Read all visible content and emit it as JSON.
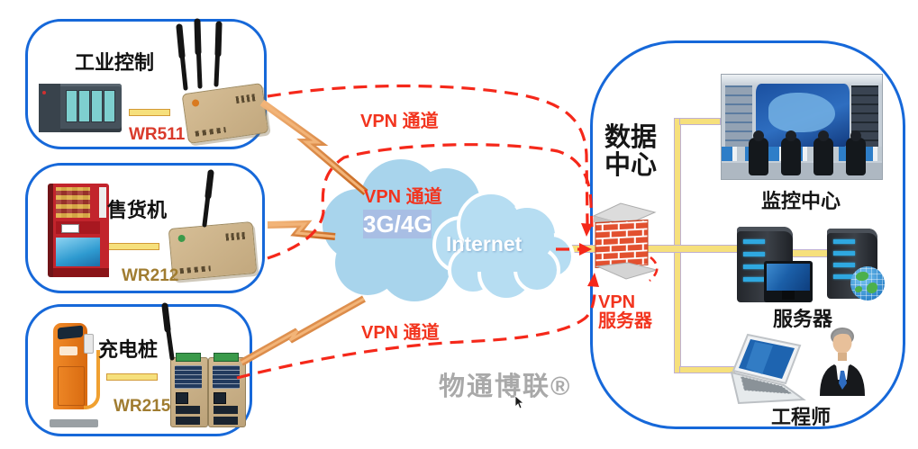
{
  "watermark": "物通博联®",
  "sites": [
    {
      "label": "工业控制",
      "model": "WR511",
      "device": "plc-rack"
    },
    {
      "label": "售货机",
      "model": "WR212",
      "device": "vending-machine"
    },
    {
      "label": "充电桩",
      "model": "WR215",
      "device": "ev-charging-pile"
    }
  ],
  "cloud": {
    "network": "3G/4G",
    "internet": "Internet"
  },
  "tunnels": {
    "top": "VPN 通道",
    "middle": "VPN 通道",
    "bottom": "VPN 通道"
  },
  "datacenter": {
    "title_line1": "数据",
    "title_line2": "中心",
    "vpn_line1": "VPN",
    "vpn_line2": "服务器",
    "monitoring": "监控中心",
    "servers": "服务器",
    "engineer": "工程师"
  },
  "colors": {
    "box_border": "#1668D9",
    "tunnel_red": "#F5281A",
    "vpn_label_red": "#F2341E",
    "cloud_blue": "#A8D4EC",
    "link_yellow": "#F6E07C",
    "router_tan": "#C9B189",
    "model_red": "#D93A2B",
    "model_brown": "#A07C30",
    "firewall_brick": "#E2502F",
    "watermark_gray": "#A9A9A9"
  }
}
